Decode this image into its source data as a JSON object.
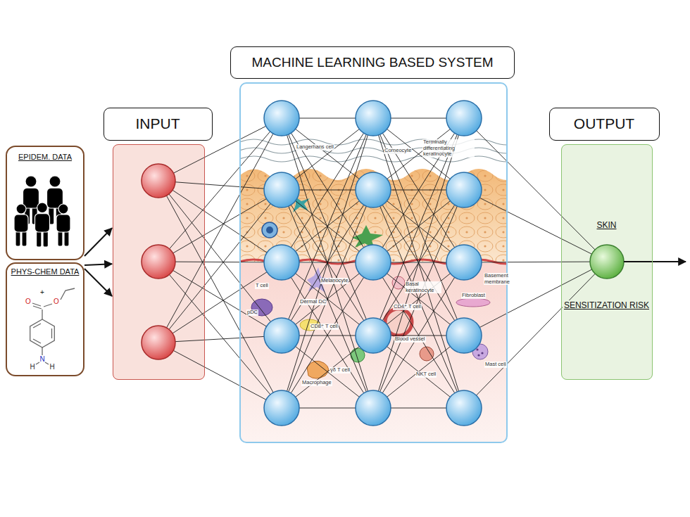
{
  "diagram": {
    "nodes": [
      {
        "text": [
          "EPIDEM. DATA"
        ]
      },
      {
        "text": [
          "PHYS-CHEM DATA"
        ]
      },
      {
        "text": [
          "INPUT"
        ]
      },
      {
        "text": [
          "MACHINE LEARNING BASED SYSTEM"
        ]
      },
      {
        "text": [
          "OUTPUT",
          "SKIN",
          "SENSITIZATION RISK"
        ]
      }
    ],
    "edges": [
      {
        "from": 0,
        "to": 2,
        "arrow": "to"
      },
      {
        "from": 1,
        "to": 2,
        "arrow": "to"
      },
      {
        "from": 1,
        "to": 2,
        "arrow": "to"
      }
    ],
    "labels": [
      "Langerhans cell",
      "Corneocyte",
      "Terminally differentiating keratinocyte",
      "T cell",
      "Melanocyte",
      "Basal keratinocyte",
      "Basement membrane",
      "Dermal DC",
      "CD4⁺ T cell",
      "Fibroblast",
      "pDC",
      "CD8⁺ T cell",
      "Blood vessel",
      "γδ T cell",
      "NKT cell",
      "Mast cell",
      "Macrophage",
      "+",
      "O",
      "O",
      "N",
      "H",
      "H"
    ]
  }
}
